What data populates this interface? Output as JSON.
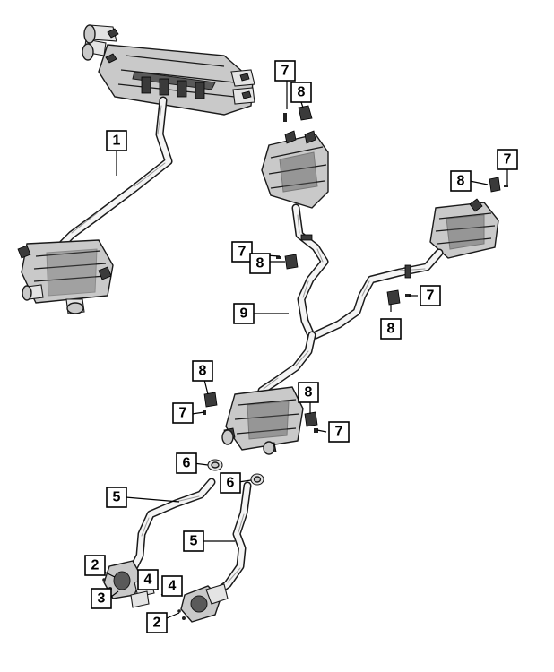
{
  "diagram": {
    "callouts": [
      {
        "id": "c1",
        "label": "1"
      },
      {
        "id": "c7a",
        "label": "7"
      },
      {
        "id": "c8a",
        "label": "8"
      },
      {
        "id": "c7b",
        "label": "7"
      },
      {
        "id": "c8b",
        "label": "8"
      },
      {
        "id": "c7c",
        "label": "7"
      },
      {
        "id": "c8c",
        "label": "8"
      },
      {
        "id": "c9",
        "label": "9"
      },
      {
        "id": "c7d",
        "label": "7"
      },
      {
        "id": "c8d",
        "label": "8"
      },
      {
        "id": "c8e",
        "label": "8"
      },
      {
        "id": "c7e",
        "label": "7"
      },
      {
        "id": "c8f",
        "label": "8"
      },
      {
        "id": "c7f",
        "label": "7"
      },
      {
        "id": "c6a",
        "label": "6"
      },
      {
        "id": "c6b",
        "label": "6"
      },
      {
        "id": "c5a",
        "label": "5"
      },
      {
        "id": "c5b",
        "label": "5"
      },
      {
        "id": "c2a",
        "label": "2"
      },
      {
        "id": "c3",
        "label": "3"
      },
      {
        "id": "c4a",
        "label": "4"
      },
      {
        "id": "c4b",
        "label": "4"
      },
      {
        "id": "c2b",
        "label": "2"
      }
    ]
  }
}
